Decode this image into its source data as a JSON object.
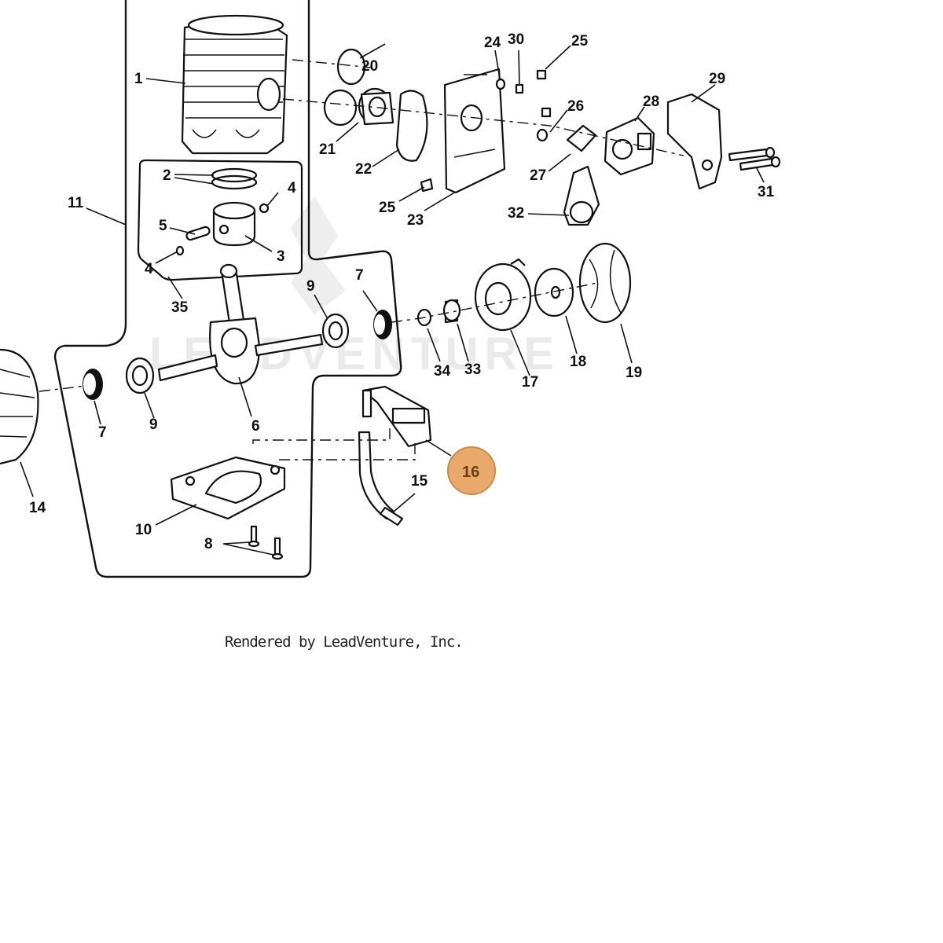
{
  "diagram": {
    "watermark": "LEADVENTURE",
    "footer": "Rendered by LeadVenture, Inc.",
    "highlight_color": "#e8a96b",
    "highlighted_callout": "16",
    "callouts": {
      "c1": "1",
      "c2": "2",
      "c3": "3",
      "c4a": "4",
      "c4b": "4",
      "c5": "5",
      "c6": "6",
      "c7a": "7",
      "c7b": "7",
      "c8": "8",
      "c9a": "9",
      "c9b": "9",
      "c10": "10",
      "c11": "11",
      "c14": "14",
      "c15": "15",
      "c16": "16",
      "c17": "17",
      "c18": "18",
      "c19": "19",
      "c20": "20",
      "c21": "21",
      "c22": "22",
      "c23": "23",
      "c24": "24",
      "c25a": "25",
      "c25b": "25",
      "c26": "26",
      "c27": "27",
      "c28": "28",
      "c29": "29",
      "c30": "30",
      "c31": "31",
      "c32": "32",
      "c33": "33",
      "c34": "34",
      "c35": "35"
    }
  }
}
